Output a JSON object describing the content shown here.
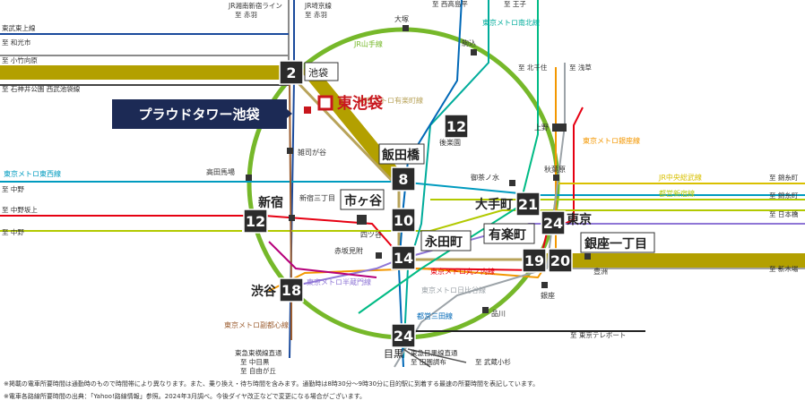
{
  "colors": {
    "yamanote": "#76b82a",
    "marunouchi": "#e60012",
    "yurakucho": "#b8a35a",
    "tozai": "#009bbf",
    "hanzomon": "#8f76d6",
    "namboku": "#00ac9b",
    "ginza": "#f39700",
    "fukutoshin": "#9c5e31",
    "chiyoda": "#00bb85",
    "mita": "#0068b7",
    "oedo": "#b6007a",
    "jr_saikyo": "#1a4a9c",
    "express_band": "#b3a000",
    "box": "#2b2b2b",
    "property": "#1c2a55",
    "brand_red": "#c8161d"
  },
  "stations": {
    "ikebukuro": "池袋",
    "higashi_ikebukuro": "東池袋",
    "property": "プラウドタワー池袋",
    "iidabashi": "飯田橋",
    "ichigaya": "市ヶ谷",
    "nagatacho": "永田町",
    "otemachi": "大手町",
    "yurakucho": "有楽町",
    "ginza_itchome": "銀座一丁目",
    "tokyo": "東京",
    "shinjuku": "新宿",
    "shibuya": "渋谷",
    "meguro": "目黒",
    "ueno": "上野",
    "akihabara": "秋葉原",
    "otsuka": "大塚",
    "komagome": "駒込",
    "korakuen": "後楽園",
    "ochanomizu": "御茶ノ水",
    "takadanobaba": "高田馬場",
    "zoshigaya": "雑司が谷",
    "shinjuku_sanchome": "新宿三丁目",
    "yotsuya": "四ツ谷",
    "akasaka_mitsuke": "赤坂見附",
    "ginza": "銀座",
    "toyosu": "豊洲",
    "shinagawa": "品川"
  },
  "times": {
    "ikebukuro": "2",
    "iidabashi": "8",
    "ichigaya": "10",
    "nagatacho": "14",
    "korakuen": "12",
    "otemachi": "21",
    "tokyo": "24",
    "yurakucho": "19",
    "ginza_itchome": "20",
    "shinjuku": "12",
    "shibuya": "18",
    "meguro": "24"
  },
  "lines": {
    "yamanote": "JR山手線",
    "yurakucho": "東京メトロ有楽町線",
    "namboku": "東京メトロ南北線",
    "ginza": "東京メトロ銀座線",
    "tozai": "東京メトロ東西線",
    "jr_sobu": "JR中央総武線",
    "shinjuku_line": "都営新宿線",
    "marunouchi": "東京メトロ丸ノ内線",
    "hanzomon": "東京メトロ半蔵門線",
    "hibiya": "東京メトロ日比谷線",
    "mita": "都営三田線",
    "fukutoshin": "東京メトロ副都心線",
    "toyoko_through": "東急東横線直通",
    "meguro_through": "東急目黒線直通",
    "jr_shonan": "JR湘南新宿ライン",
    "jr_saikyo": "JR埼京線",
    "tobu_tojo": "東武東上線"
  },
  "termini": {
    "akabane_1": "至 赤羽",
    "akabane_2": "至 赤羽",
    "nishitakashimadaira": "至 西高島平",
    "oji": "至 王子",
    "wakoshi": "至 和光市",
    "kotake_mukaihara": "至 小竹向原",
    "shakujii": "至 石神井公園 西武池袋線",
    "kita_senju": "至 北千住",
    "asakusa": "至 浅草",
    "nakano_1": "至 中野",
    "nakano_sakaue": "至 中野坂上",
    "nakano_2": "至 中野",
    "kinshicho_1": "至 錦糸町",
    "kinshicho_2": "至 錦糸町",
    "nihombashi": "至 日本橋",
    "shinkiba": "至 新木場",
    "tokyo_teleport": "至 東京テレポート",
    "naka_meguro": "至 中目黒",
    "den_en_chofu": "至 田園調布",
    "jiyugaoka": "至 自由が丘",
    "musashi_kosugi": "至 武蔵小杉"
  },
  "notes": [
    "※掲載の電車所要時間は通勤時のもので時間帯により異なります。また、乗り換え・待ち時間を含みます。通勤時は8時30分〜9時30分に目的駅に到着する最速の所要時間を表記しています。",
    "※電車各路線所要時間の出典：「Yahoo!路線情報」参照。2024年3月調べ。今後ダイヤ改正などで変更になる場合がございます。"
  ]
}
